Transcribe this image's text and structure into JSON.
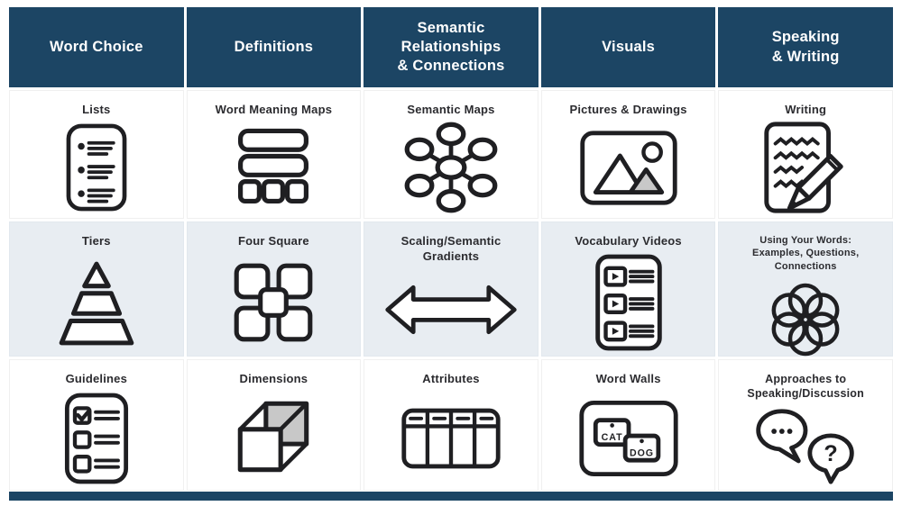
{
  "colors": {
    "header_bg": "#1c4564",
    "alt_row_bg": "#e8edf2",
    "label_text": "#2b2b2f",
    "icon_stroke": "#1f1f22",
    "icon_gray_fill": "#c8c8c8",
    "footer_bar": "#1c4564"
  },
  "table": {
    "columns": [
      {
        "header": "Word Choice",
        "rows": [
          {
            "label": "Lists"
          },
          {
            "label": "Tiers"
          },
          {
            "label": "Guidelines"
          }
        ]
      },
      {
        "header": "Definitions",
        "rows": [
          {
            "label": "Word Meaning Maps"
          },
          {
            "label": "Four Square"
          },
          {
            "label": "Dimensions"
          }
        ]
      },
      {
        "header": "Semantic\nRelationships\n& Connections",
        "rows": [
          {
            "label": "Semantic Maps"
          },
          {
            "label": "Scaling/Semantic\nGradients"
          },
          {
            "label": "Attributes"
          }
        ]
      },
      {
        "header": "Visuals",
        "rows": [
          {
            "label": "Pictures & Drawings"
          },
          {
            "label": "Vocabulary Videos"
          },
          {
            "label": "Word Walls"
          }
        ]
      },
      {
        "header": "Speaking\n& Writing",
        "rows": [
          {
            "label": "Writing"
          },
          {
            "label": "Using Your Words:\nExamples, Questions,\nConnections"
          },
          {
            "label": "Approaches to\nSpeaking/Discussion"
          }
        ]
      }
    ]
  },
  "word_wall_cards": {
    "card1": "CAT",
    "card2": "DOG"
  },
  "speech_bubbles": {
    "right": "?"
  }
}
